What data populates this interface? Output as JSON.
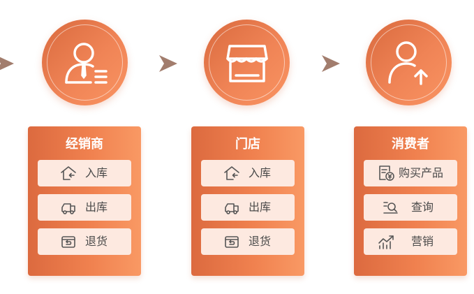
{
  "flow": {
    "stages": [
      {
        "title": "经销商",
        "icon": "dealer-user-icon",
        "actions": [
          {
            "label": "入库",
            "icon": "warehouse-in-icon"
          },
          {
            "label": "出库",
            "icon": "delivery-truck-icon"
          },
          {
            "label": "退货",
            "icon": "return-icon"
          }
        ]
      },
      {
        "title": "门店",
        "icon": "store-icon",
        "actions": [
          {
            "label": "入库",
            "icon": "warehouse-in-icon"
          },
          {
            "label": "出库",
            "icon": "delivery-truck-icon"
          },
          {
            "label": "退货",
            "icon": "return-icon"
          }
        ]
      },
      {
        "title": "消费者",
        "icon": "consumer-user-icon",
        "actions": [
          {
            "label": "购买产品",
            "icon": "purchase-receipt-icon"
          },
          {
            "label": "查询",
            "icon": "search-list-icon"
          },
          {
            "label": "营销",
            "icon": "marketing-chart-icon"
          }
        ]
      }
    ],
    "colors": {
      "accent": "#f08456",
      "accent_dark": "#d96a3e",
      "item_bg": "#fde9e0",
      "arrow": "#a27d6d",
      "text": "#4a4a4a"
    }
  }
}
